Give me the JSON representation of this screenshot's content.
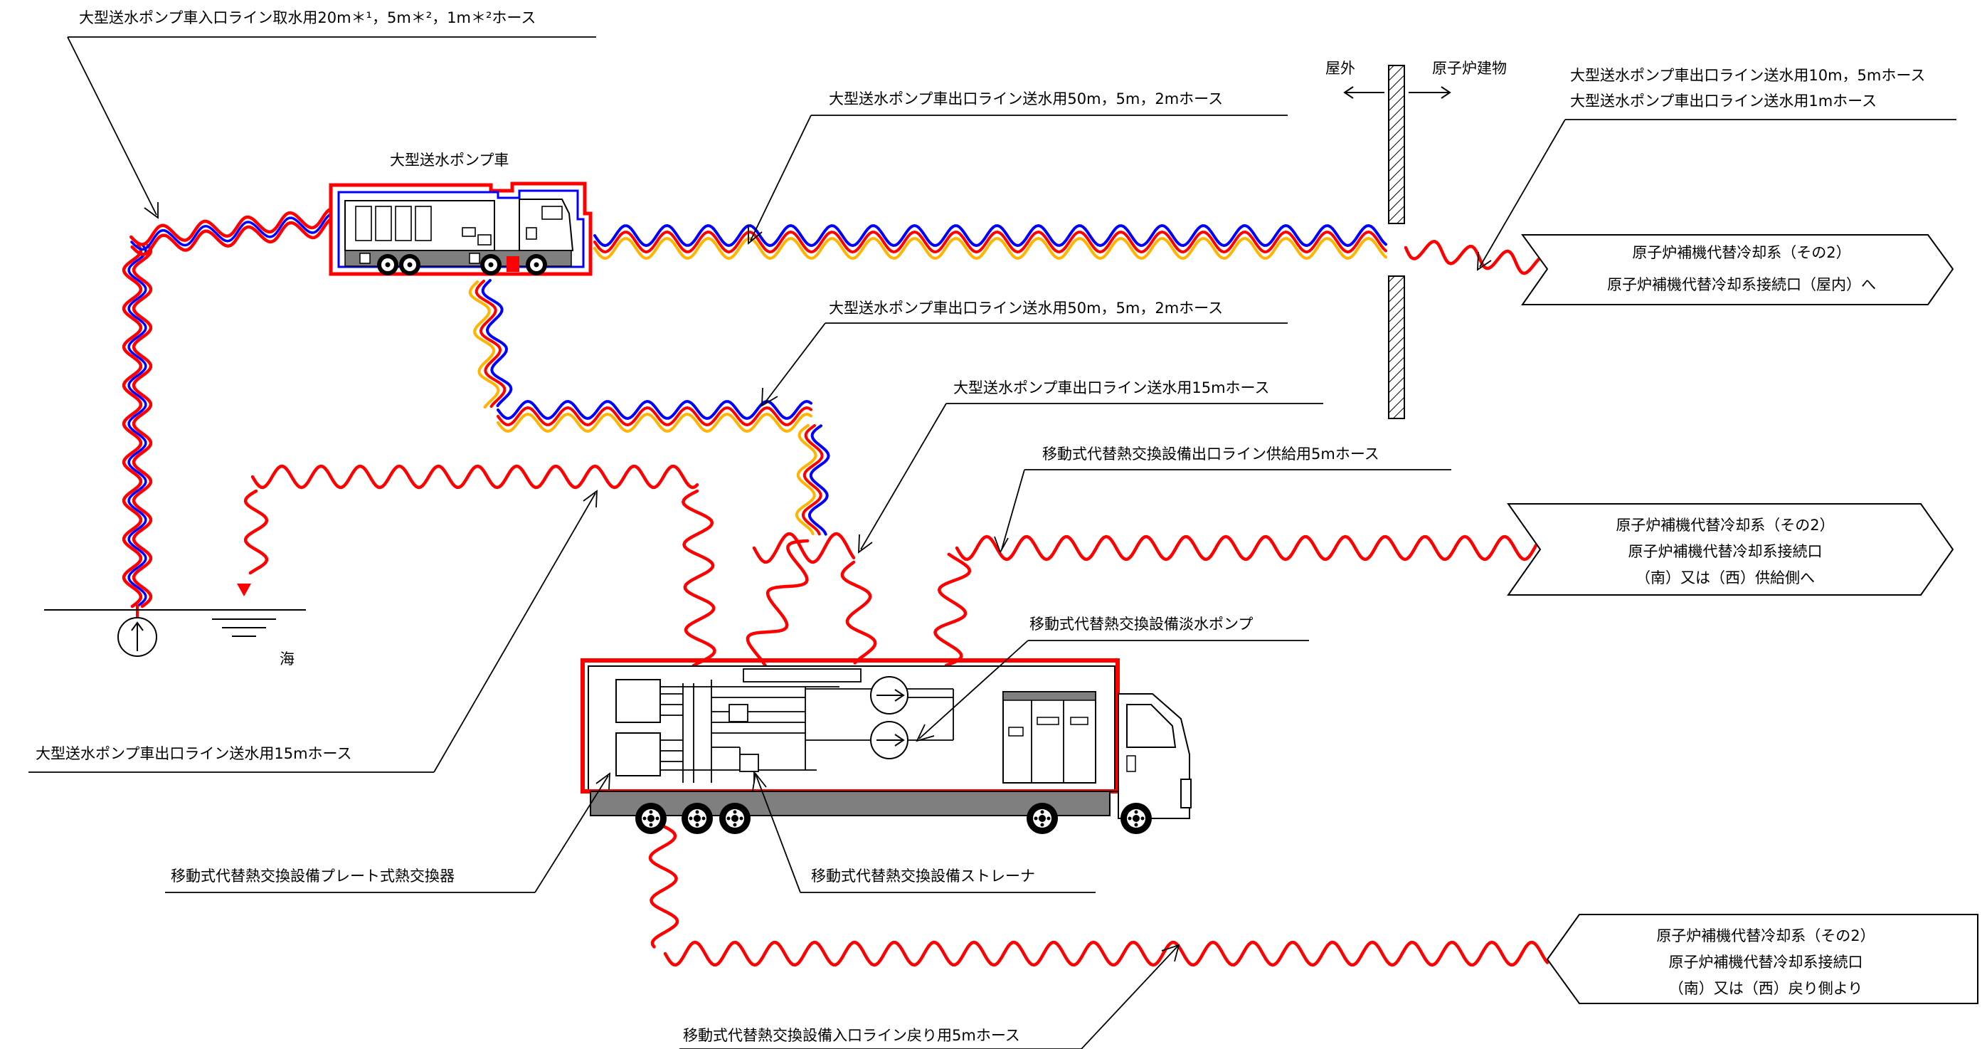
{
  "labels": {
    "intake_hose": "大型送水ポンプ車入口ライン取水用20m＊¹，5m＊²，1m＊²ホース",
    "pump_truck": "大型送水ポンプ車",
    "outlet_hose_upper": "大型送水ポンプ車出口ライン送水用50m，5m，2mホース",
    "outlet_hose_middle": "大型送水ポンプ車出口ライン送水用50m，5m，2mホース",
    "outlet_hose_15m_upper": "大型送水ポンプ車出口ライン送水用15mホース",
    "outlet_hose_15m_left": "大型送水ポンプ車出口ライン送水用15mホース",
    "outdoor": "屋外",
    "reactor_building": "原子炉建物",
    "outlet_hose_right_line1": "大型送水ポンプ車出口ライン送水用10m，5mホース",
    "outlet_hose_right_line2": "大型送水ポンプ車出口ライン送水用1mホース",
    "supply_hose": "移動式代替熱交換設備出口ライン供給用5mホース",
    "fresh_water_pump": "移動式代替熱交換設備淡水ポンプ",
    "plate_heat_exchanger": "移動式代替熱交換設備プレート式熱交換器",
    "strainer": "移動式代替熱交換設備ストレーナ",
    "return_hose": "移動式代替熱交換設備入口ライン戻り用5mホース",
    "sea": "海"
  },
  "destinations": {
    "indoor": {
      "line1": "原子炉補機代替冷却系（その2）",
      "line2": "原子炉補機代替冷却系接続口（屋内）へ"
    },
    "supply": {
      "line1": "原子炉補機代替冷却系（その2）",
      "line2": "原子炉補機代替冷却系接続口",
      "line3": "（南）又は（西）供給側へ"
    },
    "return": {
      "line1": "原子炉補機代替冷却系（その2）",
      "line2": "原子炉補機代替冷却系接続口",
      "line3": "（南）又は（西）戻り側より"
    }
  },
  "colors": {
    "hose_red": "#ff0000",
    "hose_blue": "#0000ff",
    "hose_orange": "#ffb400",
    "line_black": "#000000",
    "body_gray": "#808080"
  }
}
